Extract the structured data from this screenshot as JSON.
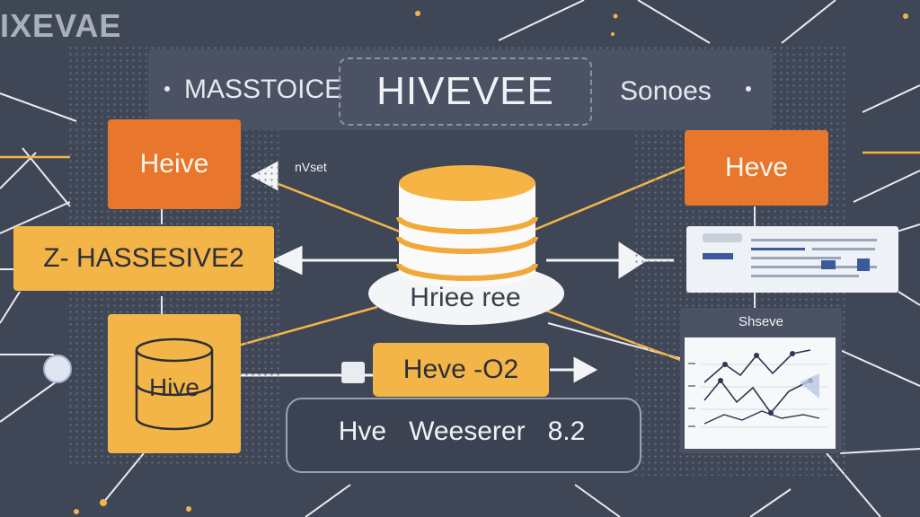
{
  "corner_title": "IXEVAE",
  "header": {
    "left": "MASSTOICE",
    "center": "HIVEVEE",
    "right": "Sonoes"
  },
  "left_column": {
    "top_box": "Heive",
    "middle_box": "Z- HASSESIVE2",
    "bottom_box": "Hive"
  },
  "center": {
    "annotation": "nVset",
    "database_label": "Hriee ree",
    "bottom_pill": "Heve -O2",
    "server_box": "Hve   Weeserer   8.2"
  },
  "right_column": {
    "top_box": "Heve",
    "chart_title": "Shseve"
  },
  "colors": {
    "background": "#3f4656",
    "orange": "#e8762c",
    "yellow": "#f4b548",
    "panel": "#4a5263"
  }
}
